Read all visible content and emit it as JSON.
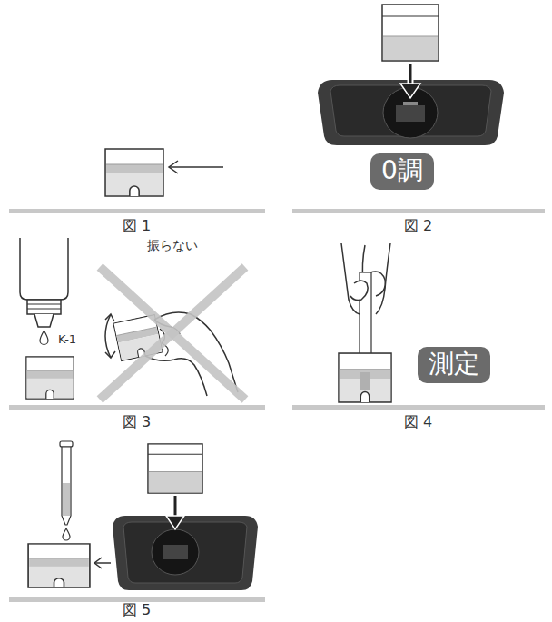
{
  "diagram": {
    "nodes": [
      {
        "text": [
          "0調"
        ]
      },
      {
        "text": [
          "測定"
        ]
      }
    ],
    "labels": [
      "図 1",
      "図 2",
      "振らない",
      "K-1",
      "図 3",
      "図 4",
      "図 5"
    ]
  }
}
